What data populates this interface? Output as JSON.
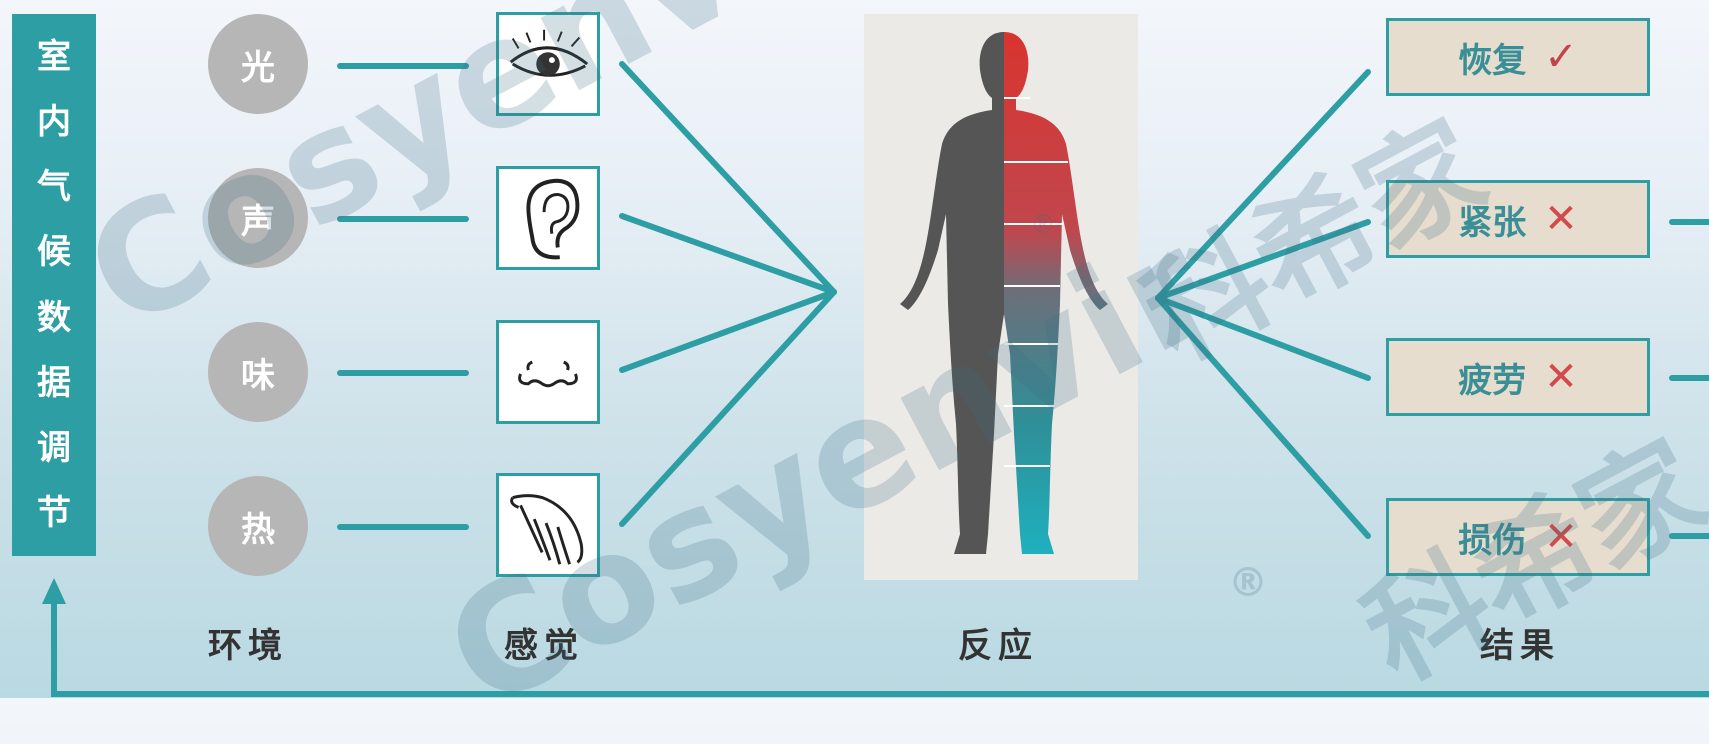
{
  "vertical_bar": {
    "chars": [
      "室",
      "内",
      "气",
      "候",
      "数",
      "据",
      "调",
      "节"
    ]
  },
  "environment": [
    "光",
    "声",
    "味",
    "热"
  ],
  "senses": [
    "eye-icon",
    "ear-icon",
    "nose-icon",
    "hand-icon"
  ],
  "results": [
    {
      "label": "恢复",
      "mark": "✓",
      "status": "ok"
    },
    {
      "label": "紧张",
      "mark": "✕",
      "status": "bad"
    },
    {
      "label": "疲劳",
      "mark": "✕",
      "status": "bad"
    },
    {
      "label": "损伤",
      "mark": "✕",
      "status": "bad"
    }
  ],
  "column_labels": {
    "env": "环境",
    "sense": "感觉",
    "reaction": "反应",
    "result": "结果"
  },
  "watermark": {
    "latin": "Cosyenvir",
    "cjk": "科希家",
    "reg": "®"
  },
  "colors": {
    "teal": "#2d9ea3",
    "grey_half": "#4f4f4f",
    "red": "#cf3b3d",
    "light_grey": "#b6b6b6"
  }
}
